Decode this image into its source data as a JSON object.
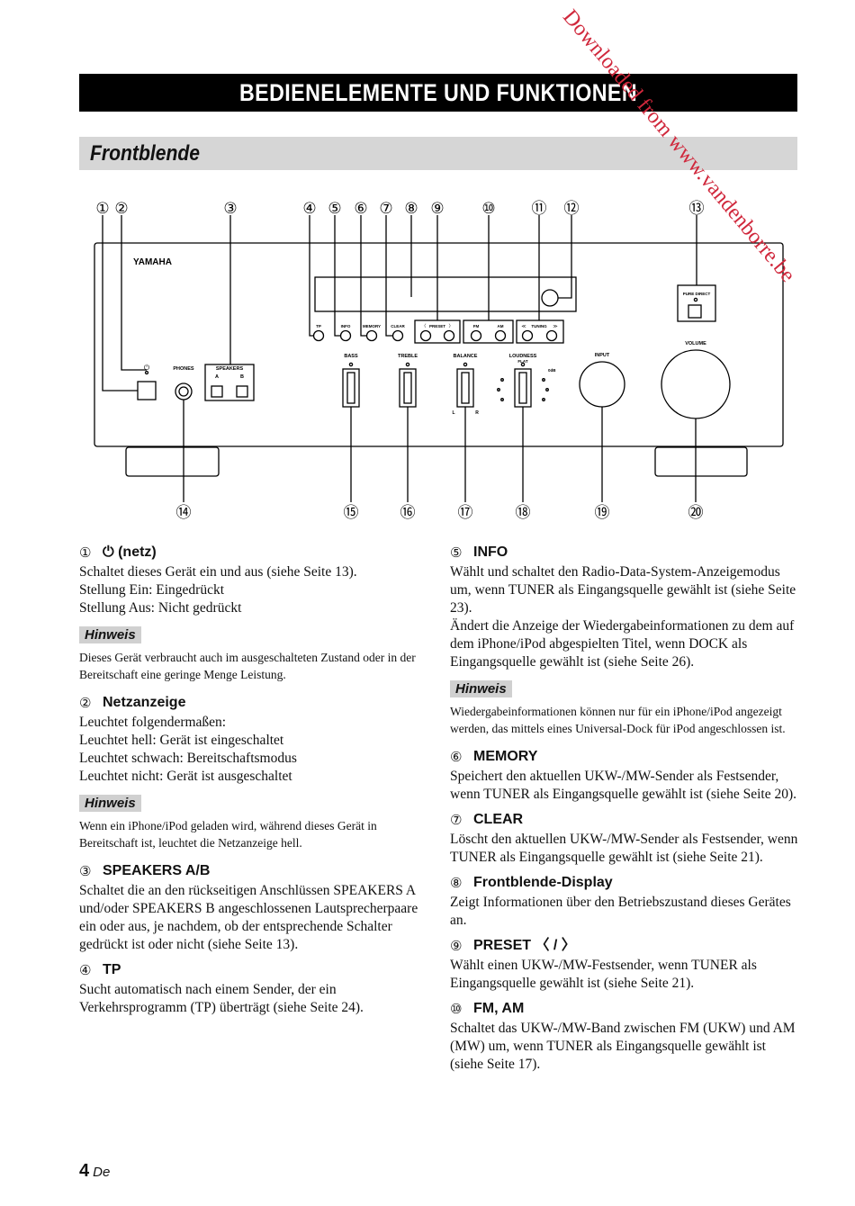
{
  "header": {
    "title": "BEDIENELEMENTE UND FUNKTIONEN"
  },
  "section": {
    "title": "Frontblende"
  },
  "watermark": "Downloaded from www.vandenborre.be",
  "diagram": {
    "callouts": [
      "①",
      "②",
      "③",
      "④",
      "⑤",
      "⑥",
      "⑦",
      "⑧",
      "⑨",
      "⑩",
      "⑪",
      "⑫",
      "⑬",
      "⑭",
      "⑮",
      "⑯",
      "⑰",
      "⑱",
      "⑲",
      "⑳"
    ],
    "labels": {
      "brand": "YAMAHA",
      "pure_direct": "PURE DIRECT",
      "volume": "VOLUME",
      "input": "INPUT",
      "phones": "PHONES",
      "speakers": "SPEAKERS",
      "speaker_a": "A",
      "speaker_b": "B",
      "power": "⏻",
      "bass": "BASS",
      "treble": "TREBLE",
      "balance": "BALANCE",
      "loudness": "LOUDNESS",
      "flat": "FLAT",
      "zero_db": "0dB",
      "tp": "TP",
      "info": "INFO",
      "memory": "MEMORY",
      "clear": "CLEAR",
      "preset": "PRESET",
      "preset_left": "〈",
      "preset_right": "〉",
      "fm": "FM",
      "am": "AM",
      "tuning": "TUNING",
      "tuning_left": "≪",
      "tuning_right": "≫",
      "l": "L",
      "r": "R"
    }
  },
  "left_column": {
    "items": [
      {
        "num": "①",
        "title": "⏻ (netz)",
        "body": [
          "Schaltet dieses Gerät ein und aus (siehe Seite 13).",
          "Stellung Ein: Eingedrückt",
          "Stellung Aus: Nicht gedrückt"
        ],
        "note": {
          "label": "Hinweis",
          "text": "Dieses Gerät verbraucht auch im ausgeschalteten Zustand oder in der Bereitschaft eine geringe Menge Leistung."
        }
      },
      {
        "num": "②",
        "title": "Netzanzeige",
        "body": [
          "Leuchtet folgendermaßen:",
          "Leuchtet hell: Gerät ist eingeschaltet",
          "Leuchtet schwach: Bereitschaftsmodus",
          "Leuchtet nicht: Gerät ist ausgeschaltet"
        ],
        "note": {
          "label": "Hinweis",
          "text": "Wenn ein iPhone/iPod geladen wird, während dieses Gerät in Bereitschaft ist, leuchtet die Netzanzeige hell."
        }
      },
      {
        "num": "③",
        "title": "SPEAKERS A/B",
        "body": [
          "Schaltet die an den rückseitigen Anschlüssen SPEAKERS A und/oder SPEAKERS B angeschlossenen Lautsprecherpaare ein oder aus, je nachdem, ob der entsprechende Schalter gedrückt ist oder nicht (siehe Seite 13)."
        ]
      },
      {
        "num": "④",
        "title": "TP",
        "body": [
          "Sucht automatisch nach einem Sender, der ein Verkehrsprogramm (TP) überträgt (siehe Seite 24)."
        ]
      }
    ]
  },
  "right_column": {
    "items": [
      {
        "num": "⑤",
        "title": "INFO",
        "body": [
          "Wählt und schaltet den Radio-Data-System-Anzeigemodus um, wenn TUNER als Eingangsquelle gewählt ist (siehe Seite 23).",
          "Ändert die Anzeige der Wiedergabeinformationen zu dem auf dem iPhone/iPod abgespielten Titel, wenn DOCK als Eingangsquelle gewählt ist (siehe Seite 26)."
        ],
        "note": {
          "label": "Hinweis",
          "text": "Wiedergabeinformationen können nur für ein iPhone/iPod angezeigt werden, das mittels eines Universal-Dock für iPod angeschlossen ist."
        }
      },
      {
        "num": "⑥",
        "title": "MEMORY",
        "body": [
          "Speichert den aktuellen UKW-/MW-Sender als Festsender, wenn TUNER als Eingangsquelle gewählt ist (siehe Seite 20)."
        ]
      },
      {
        "num": "⑦",
        "title": "CLEAR",
        "body": [
          "Löscht den aktuellen UKW-/MW-Sender als Festsender, wenn TUNER als Eingangsquelle gewählt ist (siehe Seite 21)."
        ]
      },
      {
        "num": "⑧",
        "title": "Frontblende-Display",
        "body": [
          "Zeigt Informationen über den Betriebszustand dieses Gerätes an."
        ]
      },
      {
        "num": "⑨",
        "title": "PRESET 〈 / 〉",
        "body": [
          "Wählt einen UKW-/MW-Festsender, wenn TUNER als Eingangsquelle gewählt ist (siehe Seite 21)."
        ]
      },
      {
        "num": "⑩",
        "title": "FM, AM",
        "body": [
          "Schaltet das UKW-/MW-Band zwischen FM (UKW) und AM (MW) um, wenn TUNER als Eingangsquelle gewählt ist (siehe Seite 17)."
        ]
      }
    ]
  },
  "footer": {
    "page": "4",
    "lang": "De"
  }
}
